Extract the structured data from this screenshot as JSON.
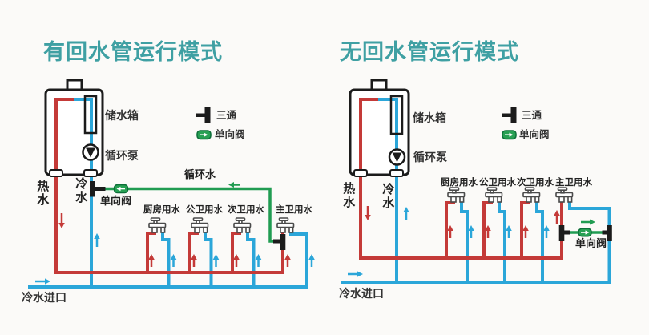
{
  "colors": {
    "hot_pipe": "#c43a38",
    "cold_pipe": "#2ba6d9",
    "circulation_pipe": "#219c52",
    "title_teal": "#3fa0a3",
    "fitting_black": "#1b1b1b"
  },
  "left_diagram": {
    "title": "有回水管运行模式",
    "heater": {
      "storage_tank": "储水箱",
      "circulation_pump": "循环泵"
    },
    "legend": {
      "tee": "三通",
      "check_valve": "单向阀"
    },
    "pipe_labels": {
      "hot_water": "热水",
      "cold_water": "冷水",
      "circulation_water": "循环水",
      "check_valve": "单向阀",
      "cold_inlet": "冷水进口"
    },
    "taps": [
      "厨房用水",
      "公卫用水",
      "次卫用水",
      "主卫用水"
    ]
  },
  "right_diagram": {
    "title": "无回水管运行模式",
    "heater": {
      "storage_tank": "储水箱",
      "circulation_pump": "循环泵"
    },
    "legend": {
      "tee": "三通",
      "check_valve": "单向阀"
    },
    "pipe_labels": {
      "hot_water": "热水",
      "cold_water": "冷水",
      "check_valve": "单向阀",
      "cold_inlet": "冷水进口"
    },
    "taps": [
      "厨房用水",
      "公卫用水",
      "次卫用水",
      "主卫用水"
    ]
  }
}
